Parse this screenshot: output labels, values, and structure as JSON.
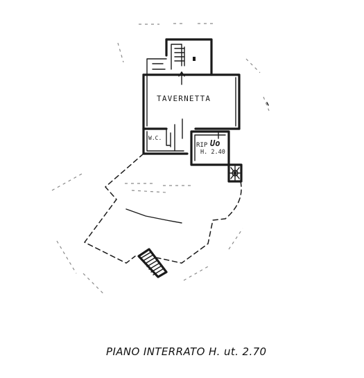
{
  "plan": {
    "rooms": {
      "tavernetta": "TAVERNETTA",
      "wc": "W.C.",
      "rip": "RIP",
      "rip_height": "H. 2.40",
      "rip_note": "Uo"
    },
    "caption": "PIANO INTERRATO H. ut. 2.70"
  }
}
